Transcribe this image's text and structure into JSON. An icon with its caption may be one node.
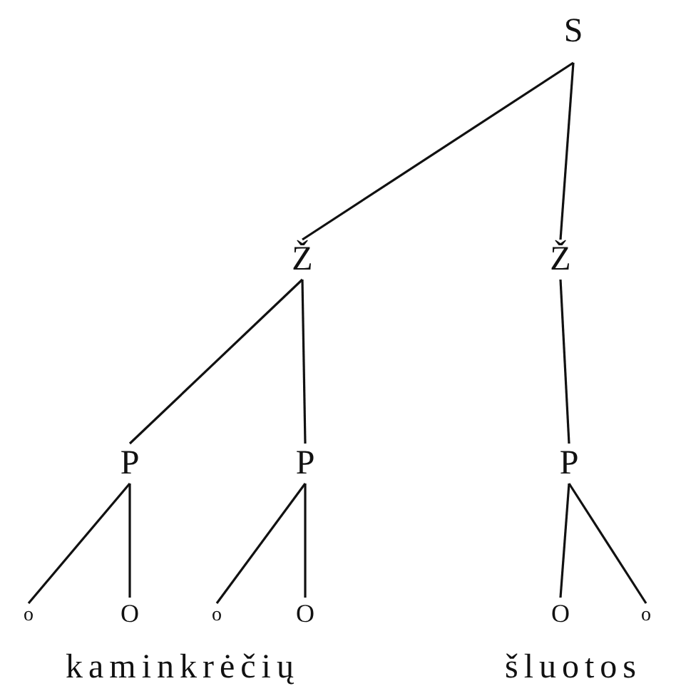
{
  "diagram": {
    "nodes": [
      {
        "text": [
          "S"
        ]
      },
      {
        "text": [
          "Ž"
        ]
      },
      {
        "text": [
          "Ž"
        ]
      },
      {
        "text": [
          "P"
        ]
      },
      {
        "text": [
          "P"
        ]
      },
      {
        "text": [
          "P"
        ]
      },
      {
        "text": [
          "o"
        ]
      },
      {
        "text": [
          "O"
        ]
      },
      {
        "text": [
          "o"
        ]
      },
      {
        "text": [
          "O"
        ]
      },
      {
        "text": [
          "O"
        ]
      },
      {
        "text": [
          "o"
        ]
      }
    ],
    "edges": [
      {
        "from": 0,
        "to": 1,
        "arrow": "none"
      },
      {
        "from": 0,
        "to": 2,
        "arrow": "none"
      },
      {
        "from": 1,
        "to": 3,
        "arrow": "none"
      },
      {
        "from": 1,
        "to": 4,
        "arrow": "none"
      },
      {
        "from": 2,
        "to": 5,
        "arrow": "none"
      },
      {
        "from": 3,
        "to": 6,
        "arrow": "none"
      },
      {
        "from": 3,
        "to": 7,
        "arrow": "none"
      },
      {
        "from": 4,
        "to": 8,
        "arrow": "none"
      },
      {
        "from": 4,
        "to": 9,
        "arrow": "none"
      },
      {
        "from": 5,
        "to": 10,
        "arrow": "none"
      },
      {
        "from": 5,
        "to": 11,
        "arrow": "none"
      }
    ],
    "labels": [
      "kaminkrėčių",
      "šluotos"
    ]
  }
}
